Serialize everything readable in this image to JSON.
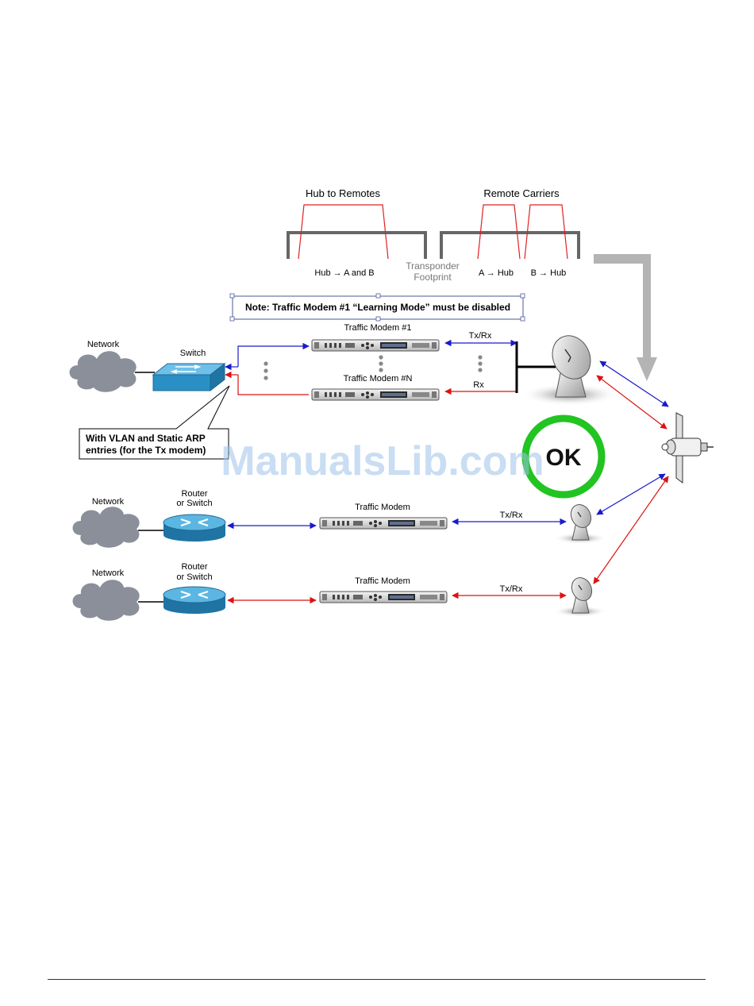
{
  "spectrum": {
    "hub_to_remotes": "Hub to Remotes",
    "remote_carriers": "Remote Carriers",
    "hub_to_ab": "Hub → A and B",
    "transponder": "Transponder",
    "footprint": "Footprint",
    "a_to_hub": "A → Hub",
    "b_to_hub": "B → Hub"
  },
  "note": "Note: Traffic Modem #1 “Learning Mode” must be disabled",
  "hub": {
    "network": "Network",
    "switch": "Switch",
    "modem_1": "Traffic Modem #1",
    "modem_n": "Traffic Modem #N",
    "txrx": "Tx/Rx",
    "rx": "Rx",
    "callout_line1": "With VLAN and Static ARP",
    "callout_line2": "entries (for the Tx modem)"
  },
  "remote_a": {
    "network": "Network",
    "router_line1": "Router",
    "router_line2": "or Switch",
    "modem": "Traffic Modem",
    "txrx": "Tx/Rx"
  },
  "remote_b": {
    "network": "Network",
    "router_line1": "Router",
    "router_line2": "or Switch",
    "modem": "Traffic Modem",
    "txrx": "Tx/Rx"
  },
  "ok_badge": "OK",
  "watermark": "ManualsLib.com",
  "colors": {
    "tx_blue": "#1a1acc",
    "rx_red": "#dd1111",
    "carrier_red": "#e02020",
    "ok_green": "#22c422",
    "switch_blue": "#2a8fc4",
    "cloud_grey": "#8a8f99"
  }
}
